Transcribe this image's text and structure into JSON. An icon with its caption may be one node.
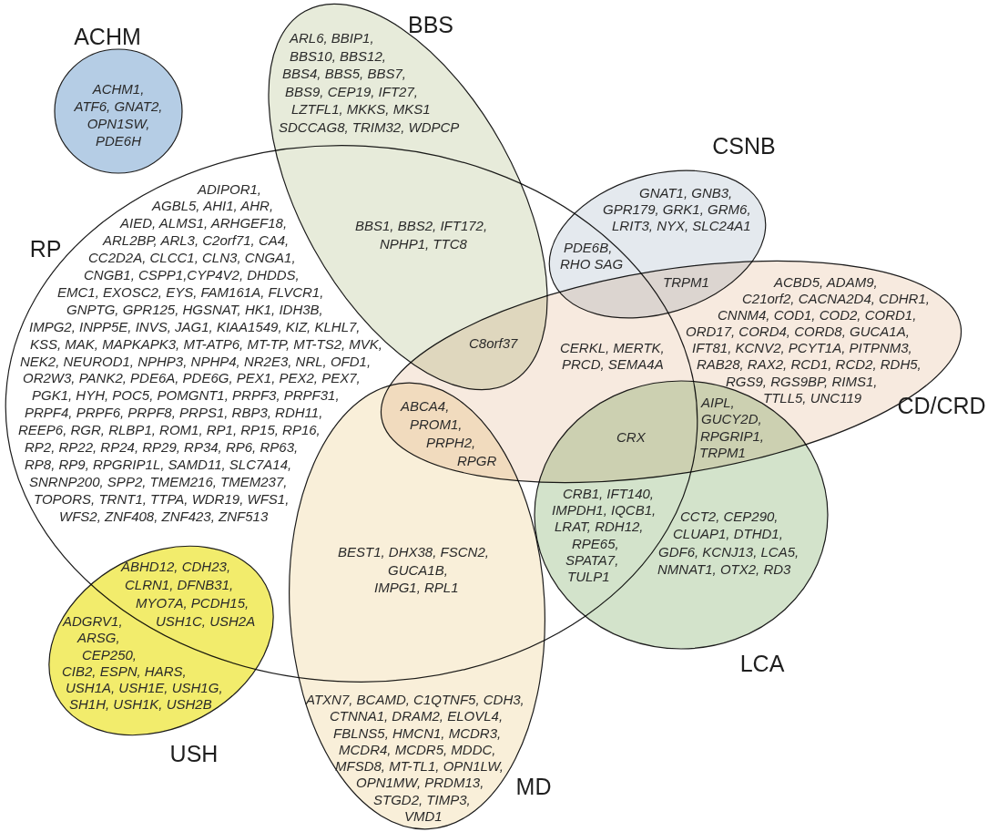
{
  "diagram": {
    "nodes": [
      {
        "text": [
          "ACHM",
          "ACHM1, ATF6, GNAT2, OPN1SW, PDE6H"
        ]
      },
      {
        "text": [
          "BBS",
          "ARL6, BBIP1, BBS10, BBS12, BBS4, BBS5, BBS7, BBS9, CEP19, IFT27, LZTFL1, MKKS, MKS1 SDCCAG8, TRIM32, WDPCP"
        ]
      },
      {
        "text": [
          "RP",
          "ADIPOR1, AGBL5, AHI1, AHR, AIED, ALMS1, ARHGEF18, ARL2BP, ARL3, C2orf71, CA4, CC2D2A, CLCC1, CLN3, CNGA1, CNGB1, CSPP1,CYP4V2, DHDDS, EMC1, EXOSC2, EYS, FAM161A, FLVCR1, GNPTG, GPR125, HGSNAT, HK1, IDH3B, IMPG2, INPP5E, INVS, JAG1, KIAA1549, KIZ, KLHL7, KSS, MAK, MAPKAPK3, MT-ATP6, MT-TP, MT-TS2, MVK, NEK2, NEUROD1, NPHP3, NPHP4, NR2E3, NRL, OFD1, OR2W3, PANK2, PDE6A, PDE6G, PEX1, PEX2, PEX7, PGK1, HYH, POC5, POMGNT1, PRPF3, PRPF31, PRPF4, PRPF6, PRPF8, PRPS1, RBP3, RDH11, REEP6, RGR, RLBP1, ROM1, RP1, RP15, RP16, RP2, RP22, RP24, RP29, RP34, RP6, RP63, RP8, RP9, RPGRIP1L, SAMD11, SLC7A14, SNRNP200, SPP2, TMEM216, TMEM237, TOPORS, TRNT1, TTPA, WDR19, WFS1, WFS2, ZNF408, ZNF423, ZNF513"
        ]
      },
      {
        "text": [
          "CSNB",
          "GNAT1, GNB3, GPR179, GRK1, GRM6, LRIT3, NYX, SLC24A1"
        ]
      },
      {
        "text": [
          "ACBD5, ADAM9, C21orf2, CACNA2D4, CDHR1, CNNM4, COD1, COD2, CORD1, ORD17, CORD4, CORD8, GUCA1A, IFT81, KCNV2, PCYT1A, PITPNM3, RAB28, RAX2, RCD1, RCD2, RDH5, RGS9, RGS9BP, RIMS1, TTLL5, UNC119",
          "CD/CRD"
        ]
      },
      {
        "text": [
          "ATXN7, BCAMD, C1QTNF5, CDH3, CTNNA1, DRAM2, ELOVL4, FBLNS5, HMCN1, MCDR3, MCDR4, MCDR5, MDDC, MFSD8, MT-TL1, OPN1LW, OPN1MW, PRDM13, STGD2, TIMP3, VMD1",
          "MD"
        ]
      },
      {
        "text": [
          "CCT2, CEP290, CLUAP1, DTHD1, GDF6, KCNJ13, LCA5, NMNAT1, OTX2, RD3",
          "LCA"
        ]
      },
      {
        "text": [
          "ADGRV1, ARSG, CEP250, CIB2, ESPN, HARS, USH1A, USH1E, USH1G, SH1H, USH1K, USH2B",
          "USH"
        ]
      }
    ],
    "labels": [
      "BBS1, BBS2, IFT172, NPHP1, TTC8",
      "PDE6B, RHO SAG",
      "TRPM1",
      "C8orf37",
      "CERKL, MERTK, PRCD, SEMA4A",
      "AIPL, GUCY2D, RPGRIP1, TRPM1",
      "ABCA4, PROM1, PRPH2, RPGR",
      "CRX",
      "CRB1, IFT140, IMPDH1, IQCB1, LRAT, RDH12, RPE65, SPATA7, TULP1",
      "BEST1, DHX38, FSCN2, GUCA1B, IMPG1, RPL1",
      "ABHD12, CDH23, CLRN1, DFNB31, MYO7A, PCDH15, USH1C, USH2A"
    ]
  }
}
